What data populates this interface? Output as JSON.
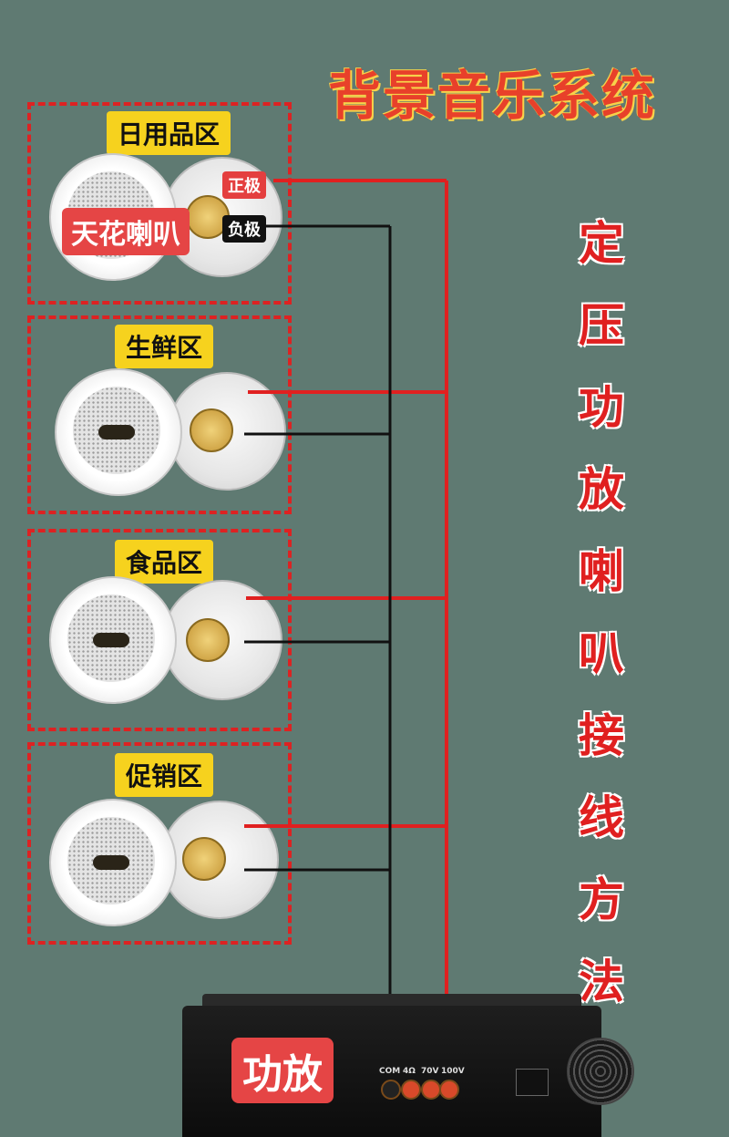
{
  "title": "背景音乐系统",
  "side_title": [
    "定",
    "压",
    "功",
    "放",
    "喇",
    "叭",
    "接",
    "线",
    "方",
    "法"
  ],
  "zones": [
    {
      "label": "日用品区"
    },
    {
      "label": "生鲜区"
    },
    {
      "label": "食品区"
    },
    {
      "label": "促销区"
    }
  ],
  "speaker_tag": "天花喇叭",
  "positive_label": "正极",
  "negative_label": "负极",
  "amp_label": "功放",
  "terminals": [
    "COM",
    "4Ω",
    "70V",
    "100V"
  ],
  "colors": {
    "positive_wire": "#e02020",
    "negative_wire": "#111111",
    "zone_border": "#dd2222",
    "label_bg": "#f6d21e"
  }
}
